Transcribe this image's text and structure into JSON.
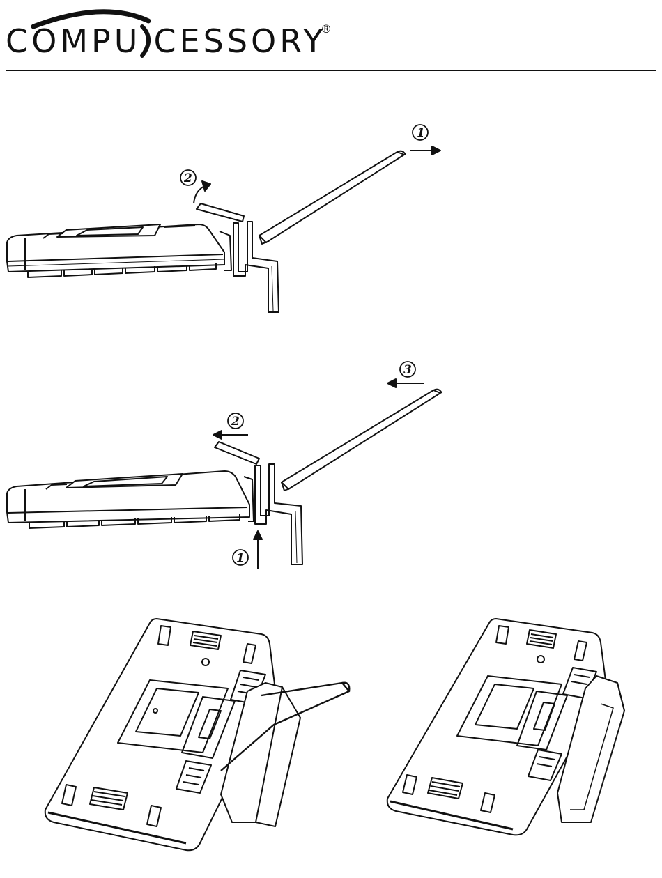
{
  "brand": {
    "name_left": "COMPU",
    "name_right": "CESSORY",
    "registered_mark": "®"
  },
  "figures": [
    {
      "id": "remove-stand",
      "steps": [
        {
          "number": "1"
        },
        {
          "number": "2"
        }
      ]
    },
    {
      "id": "attach-stand",
      "steps": [
        {
          "number": "3"
        },
        {
          "number": "2"
        },
        {
          "number": "1"
        }
      ]
    },
    {
      "id": "stand-open-rear-view",
      "steps": []
    },
    {
      "id": "stand-closed-rear-view",
      "steps": []
    }
  ]
}
